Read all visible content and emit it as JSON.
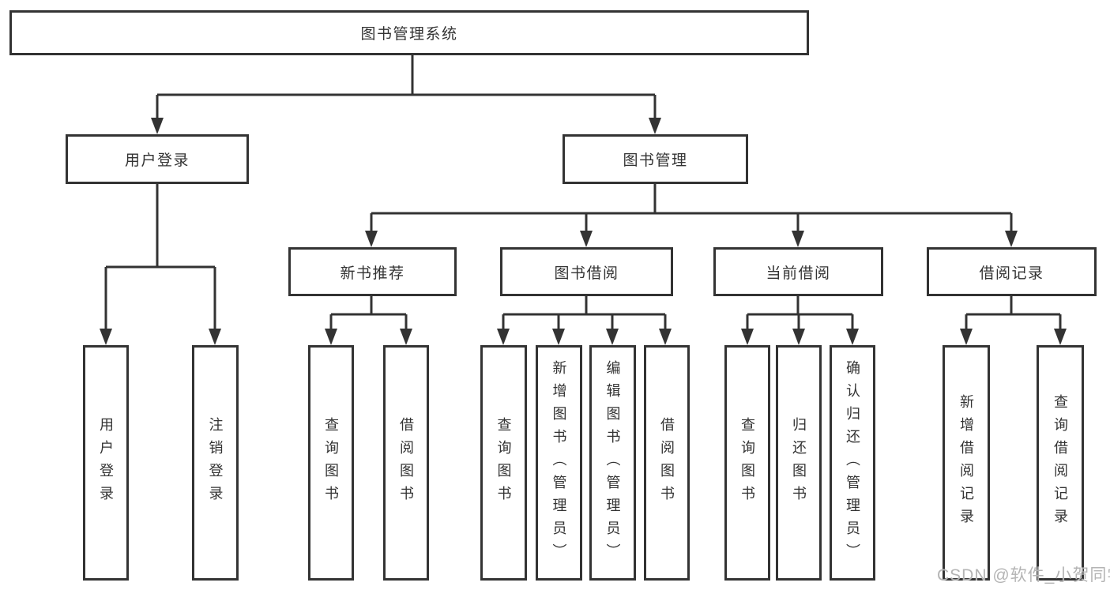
{
  "colors": {
    "line": "#333333",
    "text": "#333333",
    "watermark": "#b4b4b4"
  },
  "tree": {
    "root": {
      "label": "图书管理系统",
      "children": [
        {
          "label": "用户登录",
          "children": [
            {
              "label": "用户登录"
            },
            {
              "label": "注销登录"
            }
          ]
        },
        {
          "label": "图书管理",
          "children": [
            {
              "label": "新书推荐",
              "children": [
                {
                  "label": "查询图书"
                },
                {
                  "label": "借阅图书"
                }
              ]
            },
            {
              "label": "图书借阅",
              "children": [
                {
                  "label": "查询图书"
                },
                {
                  "label": "新增图书（管理员）"
                },
                {
                  "label": "编辑图书（管理员）"
                },
                {
                  "label": "借阅图书"
                }
              ]
            },
            {
              "label": "当前借阅",
              "children": [
                {
                  "label": "查询图书"
                },
                {
                  "label": "归还图书"
                },
                {
                  "label": "确认归还（管理员）"
                }
              ]
            },
            {
              "label": "借阅记录",
              "children": [
                {
                  "label": "新增借阅记录"
                },
                {
                  "label": "查询借阅记录"
                }
              ]
            }
          ]
        }
      ]
    }
  },
  "watermark": {
    "text": "CSDN @软件_小贺同学"
  }
}
